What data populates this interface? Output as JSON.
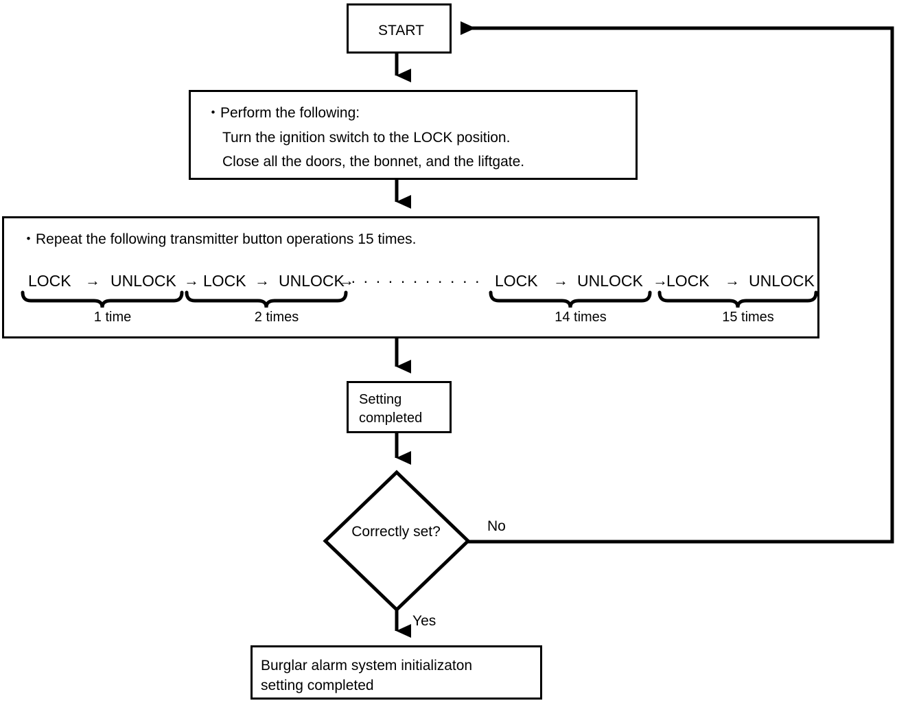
{
  "diagram": {
    "title": "Burglar alarm system initialization setting flowchart",
    "type": "flowchart",
    "colors": {
      "stroke": "#000000",
      "fill": "#ffffff",
      "text": "#000000"
    },
    "nodes": {
      "start": {
        "label": "START",
        "shape": "rectangle"
      },
      "perform": {
        "shape": "rectangle",
        "bullet": "・",
        "line1": "Perform the following:",
        "line2": "Turn the ignition switch to the LOCK position.",
        "line3": "Close all the doors, the bonnet, and the liftgate."
      },
      "repeat": {
        "shape": "rectangle",
        "bullet": "・",
        "heading": "Repeat the following transmitter button operations 15 times.",
        "sequence": [
          {
            "text": "LOCK",
            "kind": "key"
          },
          {
            "text": "→",
            "kind": "arrow"
          },
          {
            "text": "UNLOCK",
            "kind": "key"
          },
          {
            "text": "→",
            "kind": "arrow"
          },
          {
            "text": "LOCK",
            "kind": "key"
          },
          {
            "text": "→",
            "kind": "arrow"
          },
          {
            "text": "UNLOCK",
            "kind": "key"
          },
          {
            "text": "→",
            "kind": "arrow"
          },
          {
            "text": "· · · · · · · · · · ·",
            "kind": "ellipsis"
          },
          {
            "text": "LOCK",
            "kind": "key"
          },
          {
            "text": "→",
            "kind": "arrow"
          },
          {
            "text": "UNLOCK",
            "kind": "key"
          },
          {
            "text": "→",
            "kind": "arrow"
          },
          {
            "text": "LOCK",
            "kind": "key"
          },
          {
            "text": "→",
            "kind": "arrow"
          },
          {
            "text": "UNLOCK",
            "kind": "key"
          }
        ],
        "brace_labels": [
          "1 time",
          "2 times",
          "14 times",
          "15 times"
        ]
      },
      "setting": {
        "shape": "rectangle",
        "line1": "Setting",
        "line2": "completed"
      },
      "decision": {
        "shape": "diamond",
        "label": "Correctly set?",
        "branch_no": "No",
        "branch_yes": "Yes"
      },
      "final": {
        "shape": "rectangle",
        "line1": "Burglar alarm system initializaton",
        "line2": "setting completed"
      }
    }
  }
}
